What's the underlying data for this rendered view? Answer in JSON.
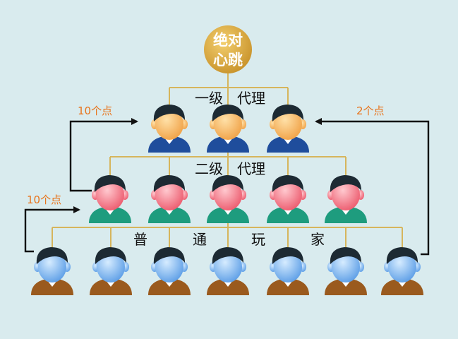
{
  "badge": {
    "line1": "绝对",
    "line2": "心跳",
    "color": "#d6a53a"
  },
  "tiers": {
    "tier1": {
      "label_a": "一级",
      "label_b": "代理",
      "count": 3,
      "face_color": "#f6b35a",
      "shirt_color": "#1f4d9c"
    },
    "tier2": {
      "label_a": "二级",
      "label_b": "代理",
      "count": 5,
      "face_color": "#f47a86",
      "shirt_color": "#1e9c7e"
    },
    "tier3": {
      "chars": [
        "普",
        "通",
        "玩",
        "家"
      ],
      "count": 7,
      "face_color": "#7fb6ef",
      "shirt_color": "#9a5a1e"
    }
  },
  "rebates": {
    "left_upper": "10个点",
    "left_lower": "10个点",
    "right": "2个点"
  },
  "colors": {
    "background": "#d9ebee",
    "connector": "#d6b55c",
    "rebate_text": "#e8731a",
    "hair": "#1d2a33"
  }
}
